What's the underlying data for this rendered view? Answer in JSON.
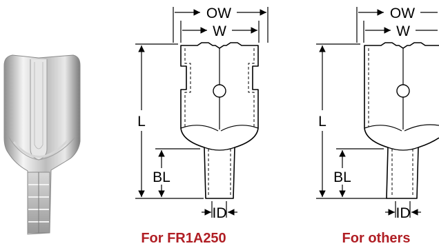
{
  "drawings": [
    {
      "id": "fr1a250",
      "caption": "For FR1A250",
      "labels": {
        "ow": "OW",
        "w": "W",
        "l": "L",
        "bl": "BL",
        "id": "ID"
      }
    },
    {
      "id": "others",
      "caption": "For others",
      "labels": {
        "ow": "OW",
        "w": "W",
        "l": "L",
        "bl": "BL",
        "id": "ID"
      }
    }
  ],
  "colors": {
    "caption": "#b01e24",
    "line": "#000000",
    "metal": "#c9c9c9"
  }
}
